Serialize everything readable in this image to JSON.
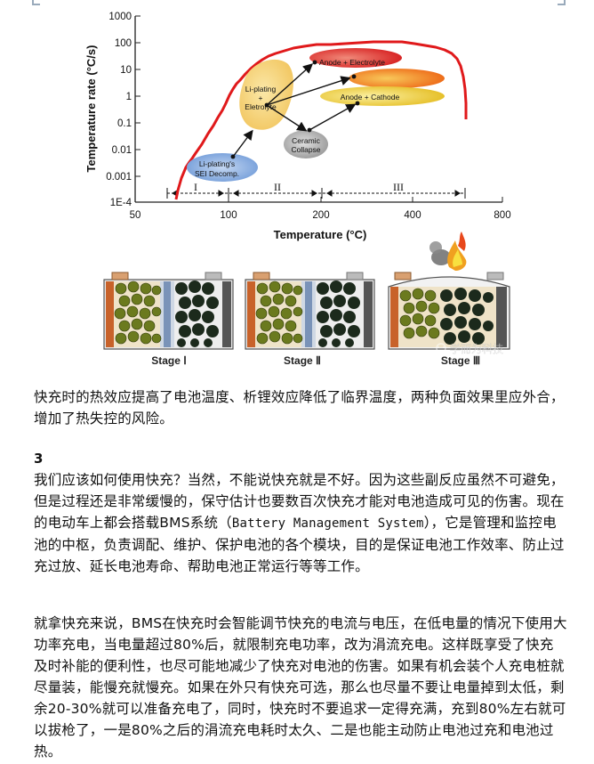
{
  "figure": {
    "chart": {
      "ylabel": "Temperature rate (°C/s)",
      "xlabel": "Temperature (°C)",
      "y_ticks": [
        "1000",
        "100",
        "10",
        "1",
        "0.1",
        "0.01",
        "0.001",
        "1E-4"
      ],
      "x_ticks": [
        "50",
        "100",
        "200",
        "400",
        "800"
      ],
      "stages": [
        "I",
        "II",
        "III"
      ],
      "reactions": {
        "sei": [
          "Li-plating's",
          "SEI Decomp."
        ],
        "li_plating": [
          "Li-plating",
          "+",
          "Eletrolyte"
        ],
        "anode_electrolyte": "Anode + Electrolyte",
        "anode_cathode": "Anode + Cathode",
        "ceramic": [
          "Ceramic",
          "Collapse"
        ]
      }
    },
    "cells": {
      "labels": [
        "Stage Ⅰ",
        "Stage Ⅱ",
        "Stage Ⅲ"
      ],
      "watermark": "学而为科技"
    }
  },
  "caption": "快充时的热效应提高了电池温度、析锂效应降低了临界温度，两种负面效果里应外合，增加了热失控的风险。",
  "section_number": "3",
  "para1_a": "我们应该如何使用快充？当然，不能说快充就是不好。因为这些副反应虽然不可避免，但是过程还是非常缓慢的，保守估计也要数百次快充才能对电池造成可见的伤害。现在的电动车上都会搭载BMS系统（",
  "para1_mono": "Battery Management System",
  "para1_b": "），它是管理和监控电池的中枢，负责调配、维护、保护电池的各个模块，目的是保证电池工作效率、防止过充过放、延长电池寿命、帮助电池正常运行等等工作。",
  "para2": "就拿快充来说，BMS在快充时会智能调节快充的电流与电压，在低电量的情况下使用大功率充电，当电量超过80%后，就限制充电功率，改为涓流充电。这样既享受了快充及时补能的便利性，也尽可能地减少了快充对电池的伤害。如果有机会装个人充电桩就尽量装，能慢充就慢充。如果在外只有快充可选，那么也尽量不要让电量掉到太低，剩余20-30%就可以准备充电了，同时，快充时不要追求一定得充满，充到80%左右就可以拔枪了，一是80%之后的涓流充电耗时太久、二是也能主动防止电池过充和电池过热。"
}
